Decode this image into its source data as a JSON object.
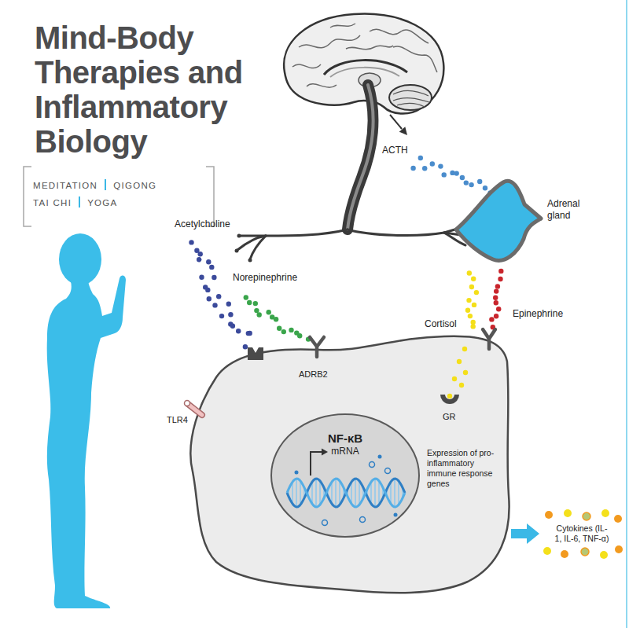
{
  "diagram": {
    "title": "Mind-Body Therapies and Inflammatory Biology",
    "nodes": [
      {
        "text": [
          "Adrenal gland"
        ]
      },
      {
        "text": [
          "Expression of pro-inflammatory immune response genes"
        ]
      },
      {
        "text": [
          "NF-κB",
          "mRNA"
        ],
        "in": 1
      },
      {
        "text": [
          "Cytokines (IL-1, IL-6, TNF-α)"
        ]
      }
    ],
    "edges": [
      {
        "from": 1,
        "to": 3,
        "arrow": "to"
      }
    ],
    "labels": [
      "MEDITATION",
      "QIGONG",
      "TAI CHI",
      "YOGA",
      "ACTH",
      "Acetylcholine",
      "Norepinephrine",
      "Cortisol",
      "Epinephrine",
      "ADRB2",
      "TLR4",
      "GR"
    ]
  }
}
